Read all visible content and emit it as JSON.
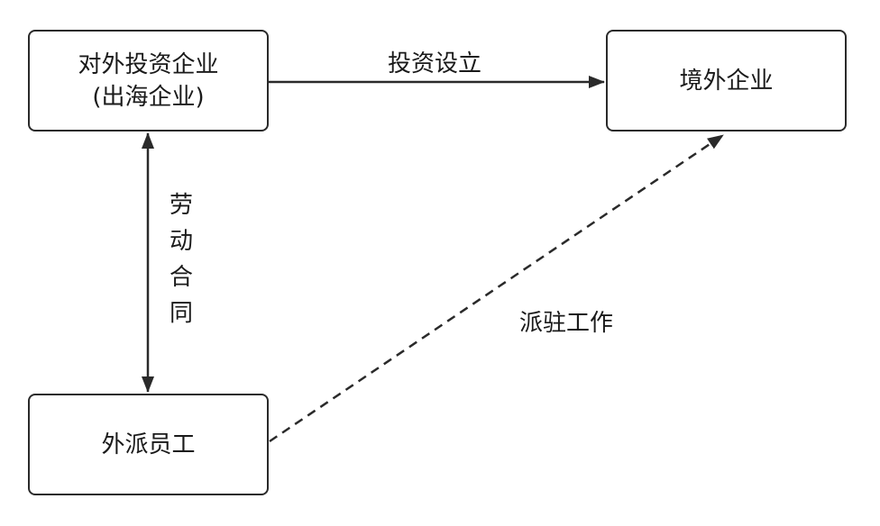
{
  "nodes": {
    "investor": {
      "line1": "对外投资企业",
      "line2": "(出海企业)"
    },
    "overseas": {
      "label": "境外企业"
    },
    "employee": {
      "label": "外派员工"
    }
  },
  "edges": {
    "invest": {
      "label": "投资设立",
      "style": "solid"
    },
    "contract": {
      "chars": [
        "劳",
        "动",
        "合",
        "同"
      ],
      "style": "solid-bidirectional"
    },
    "dispatch": {
      "label": "派驻工作",
      "style": "dashed"
    }
  },
  "colors": {
    "line": "#2a2a2a",
    "text": "#1a1a1a",
    "background": "#ffffff"
  }
}
